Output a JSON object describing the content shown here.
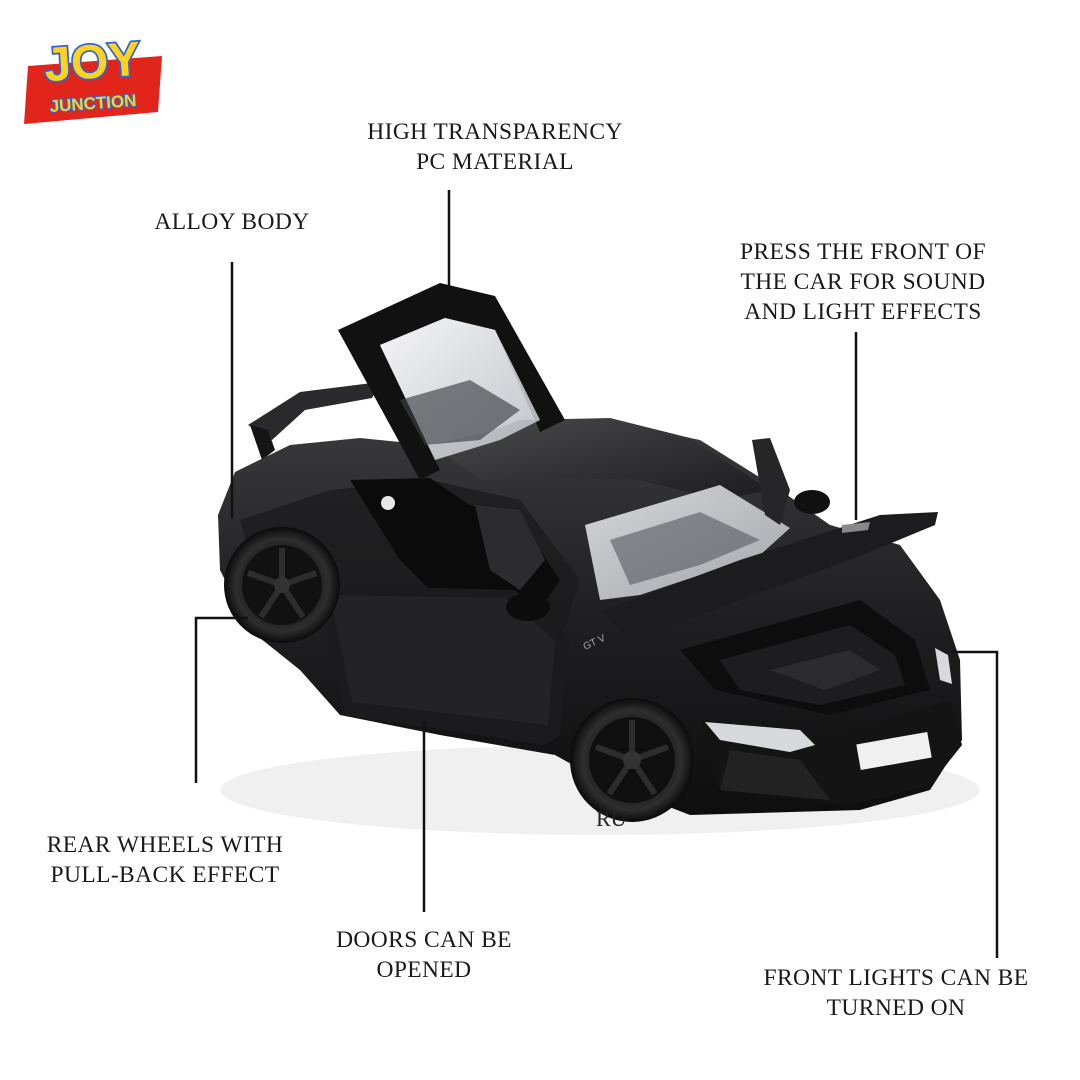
{
  "brand": {
    "word1": "JOY",
    "word2": "JUNCTION",
    "colors": {
      "yellow": "#FFD21F",
      "blue": "#2E66D6",
      "red": "#E1251B"
    }
  },
  "features": {
    "transparency": [
      "HIGH TRANSPARENCY",
      "PC MATERIAL"
    ],
    "alloy": [
      "ALLOY BODY"
    ],
    "sound": [
      "PRESS THE FRONT OF",
      "THE CAR FOR SOUND",
      "AND LIGHT EFFECTS"
    ],
    "wheels": [
      "REAR WHEELS WITH",
      "PULL-BACK EFFECT"
    ],
    "doors": [
      "DOORS CAN BE",
      "OPENED"
    ],
    "lights": [
      "FRONT LIGHTS CAN BE",
      "TURNED ON"
    ]
  },
  "stray_text": "RU",
  "colors": {
    "car_body": "#1d1d1f",
    "text": "#1a1a1a",
    "line": "#111111"
  }
}
